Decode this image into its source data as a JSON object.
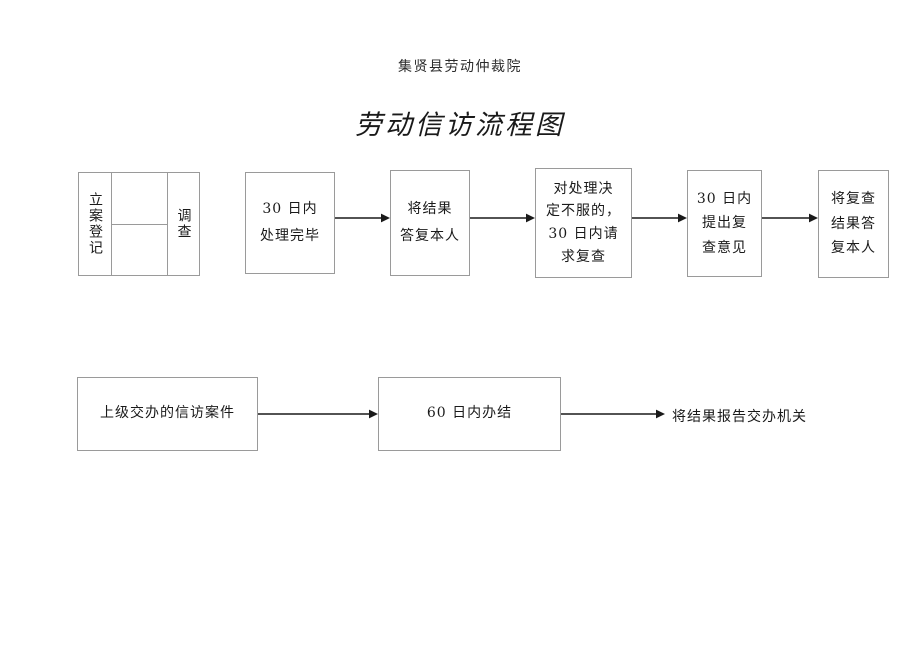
{
  "document": {
    "subtitle": "集贤县劳动仲裁院",
    "title": "劳动信访流程图"
  },
  "flow": {
    "top_row": {
      "intake_box": {
        "left_label": "立案登记",
        "middle_upper": "",
        "middle_lower": "",
        "right_label": "调查"
      },
      "steps": [
        {
          "id": "step-handle-30-days",
          "lines": [
            "30 日内",
            "处理完毕"
          ]
        },
        {
          "id": "step-reply-result",
          "lines": [
            "将结果",
            "答复本人"
          ]
        },
        {
          "id": "step-request-review",
          "lines": [
            "对处理决",
            "定不服的，",
            "30 日内请",
            "求复查"
          ]
        },
        {
          "id": "step-review-opinion",
          "lines": [
            "30 日内",
            "提出复",
            "查意见"
          ]
        },
        {
          "id": "step-reply-review-result",
          "lines": [
            "将复查",
            "结果答",
            "复本人"
          ]
        }
      ]
    },
    "bottom_row": {
      "steps": [
        {
          "id": "step-assigned-case",
          "lines": [
            "上级交办的信访案件"
          ]
        },
        {
          "id": "step-complete-60-days",
          "lines": [
            "60 日内办结"
          ]
        }
      ],
      "outcome_label": "将结果报告交办机关"
    }
  },
  "colors": {
    "box_border": "#9a9a9a",
    "arrow": "#1a1a1a",
    "text": "#1a1a1a",
    "page_background": "#ffffff"
  }
}
